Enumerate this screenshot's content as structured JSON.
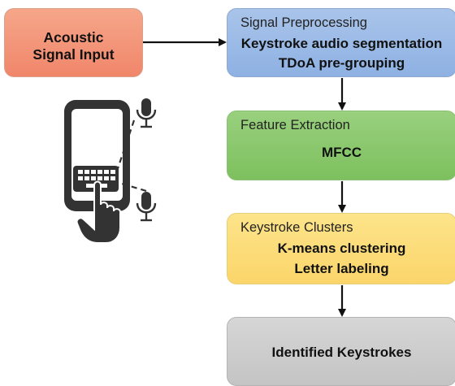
{
  "input_box": {
    "lines": [
      "Acoustic",
      "Signal Input"
    ]
  },
  "preprocessing": {
    "heading": "Signal Preprocessing",
    "lines": [
      "Keystroke audio segmentation",
      "TDoA pre-grouping"
    ]
  },
  "feature_extraction": {
    "heading": "Feature Extraction",
    "lines": [
      "MFCC"
    ]
  },
  "clusters": {
    "heading": "Keystroke Clusters",
    "lines": [
      "K-means clustering",
      "Letter labeling"
    ]
  },
  "output_box": {
    "lines": [
      "Identified Keystrokes"
    ]
  },
  "colors": {
    "input": "#f0866a",
    "preprocessing": "#8eb1e3",
    "feature_extraction": "#7dc05e",
    "clusters": "#fbd56a",
    "output": "#c4c4c4",
    "arrow": "#111111",
    "icon": "#333333"
  },
  "icons": [
    "smartphone-icon",
    "keyboard-icon",
    "microphone-icon",
    "microphone-icon",
    "pointing-hand-icon"
  ]
}
